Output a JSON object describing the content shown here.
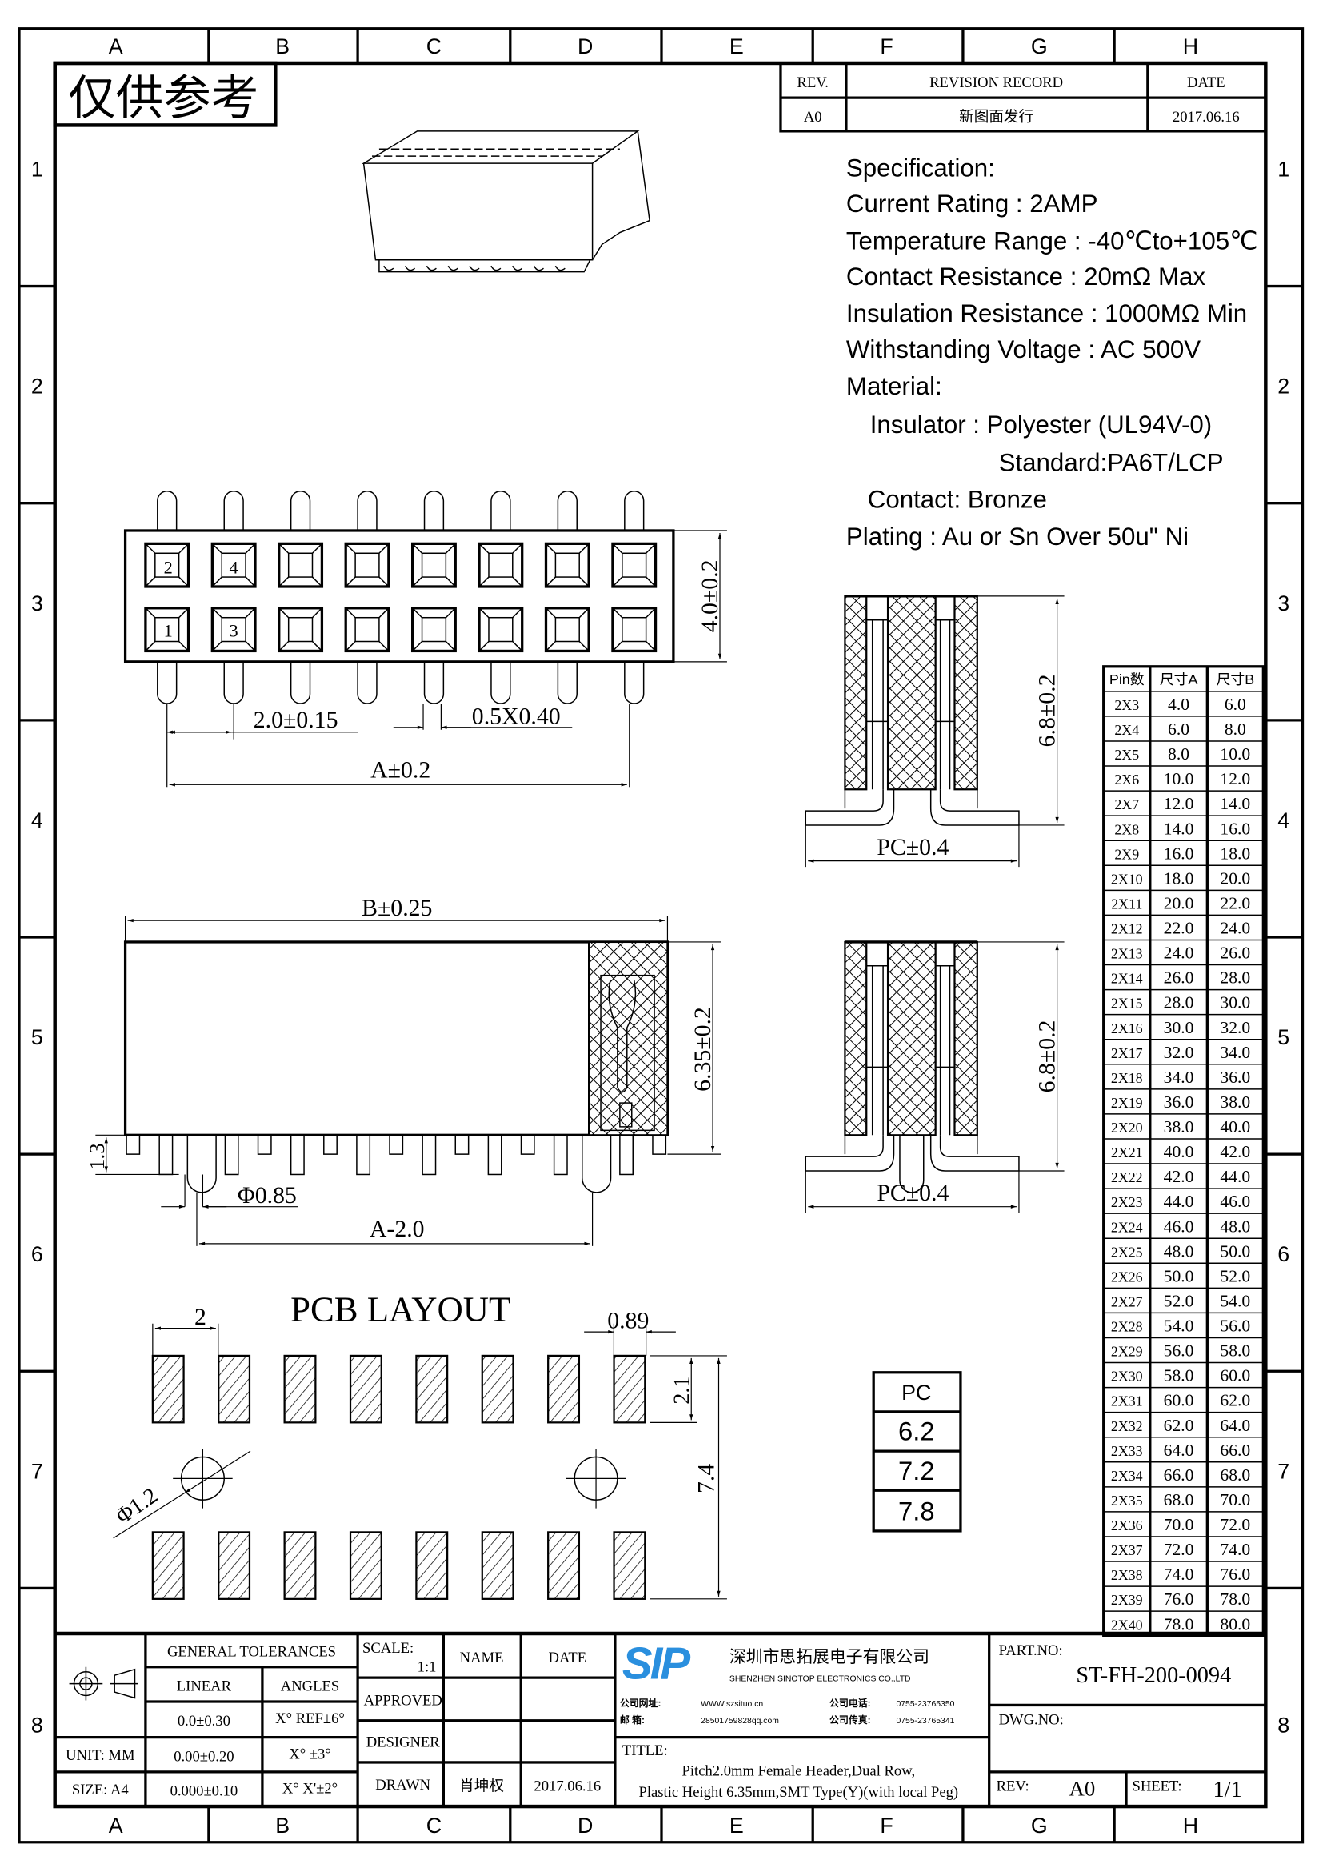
{
  "frame": {
    "columns": [
      "A",
      "B",
      "C",
      "D",
      "E",
      "F",
      "G",
      "H"
    ],
    "rows": [
      "1",
      "2",
      "3",
      "4",
      "5",
      "6",
      "7",
      "8"
    ]
  },
  "stamp": "仅供参考",
  "revision": {
    "headers": [
      "REV.",
      "REVISION RECORD",
      "DATE"
    ],
    "row": [
      "A0",
      "新图面发行",
      "2017.06.16"
    ]
  },
  "spec": {
    "title": "Specification:",
    "current": "Current Rating : 2AMP",
    "temperature": "Temperature Range : -40℃to+105℃",
    "contact_resistance": "Contact Resistance : 20mΩ Max",
    "insulation_resistance": "Insulation Resistance : 1000MΩ Min",
    "voltage": "Withstanding Voltage : AC 500V",
    "material": "Material:",
    "insulator": "Insulator : Polyester (UL94V-0)",
    "standard": "Standard:PA6T/LCP",
    "contact": "Contact: Bronze",
    "plating": "Plating : Au or Sn Over 50u\" Ni"
  },
  "top_view": {
    "pin_labels": [
      "2",
      "4",
      "1",
      "3"
    ],
    "dim_height": "4.0±0.2",
    "dim_pitch": "2.0±0.15",
    "dim_pin": "0.5X0.40",
    "dim_a": "A±0.2"
  },
  "side_view": {
    "dim_b": "B±0.25",
    "dim_height": "6.35±0.2",
    "dim_pin": "1.3",
    "dim_peg": "Φ0.85",
    "dim_a": "A-2.0"
  },
  "section_views": [
    {
      "dim_height": "6.8±0.2",
      "dim_pc": "PC±0.4"
    },
    {
      "dim_height": "6.8±0.2",
      "dim_pc": "PC±0.4"
    }
  ],
  "pcb_layout": {
    "title": "PCB LAYOUT",
    "dim_pitch": "2",
    "dim_pad_width": "0.89",
    "dim_pad_height": "2.1",
    "dim_row_span": "7.4",
    "dim_hole": "Φ1.2"
  },
  "pc_table": {
    "header": "PC",
    "values": [
      "6.2",
      "7.2",
      "7.8"
    ]
  },
  "pin_table": {
    "headers": [
      "Pin数",
      "尺寸A",
      "尺寸B"
    ],
    "rows": [
      [
        "2X3",
        "4.0",
        "6.0"
      ],
      [
        "2X4",
        "6.0",
        "8.0"
      ],
      [
        "2X5",
        "8.0",
        "10.0"
      ],
      [
        "2X6",
        "10.0",
        "12.0"
      ],
      [
        "2X7",
        "12.0",
        "14.0"
      ],
      [
        "2X8",
        "14.0",
        "16.0"
      ],
      [
        "2X9",
        "16.0",
        "18.0"
      ],
      [
        "2X10",
        "18.0",
        "20.0"
      ],
      [
        "2X11",
        "20.0",
        "22.0"
      ],
      [
        "2X12",
        "22.0",
        "24.0"
      ],
      [
        "2X13",
        "24.0",
        "26.0"
      ],
      [
        "2X14",
        "26.0",
        "28.0"
      ],
      [
        "2X15",
        "28.0",
        "30.0"
      ],
      [
        "2X16",
        "30.0",
        "32.0"
      ],
      [
        "2X17",
        "32.0",
        "34.0"
      ],
      [
        "2X18",
        "34.0",
        "36.0"
      ],
      [
        "2X19",
        "36.0",
        "38.0"
      ],
      [
        "2X20",
        "38.0",
        "40.0"
      ],
      [
        "2X21",
        "40.0",
        "42.0"
      ],
      [
        "2X22",
        "42.0",
        "44.0"
      ],
      [
        "2X23",
        "44.0",
        "46.0"
      ],
      [
        "2X24",
        "46.0",
        "48.0"
      ],
      [
        "2X25",
        "48.0",
        "50.0"
      ],
      [
        "2X26",
        "50.0",
        "52.0"
      ],
      [
        "2X27",
        "52.0",
        "54.0"
      ],
      [
        "2X28",
        "54.0",
        "56.0"
      ],
      [
        "2X29",
        "56.0",
        "58.0"
      ],
      [
        "2X30",
        "58.0",
        "60.0"
      ],
      [
        "2X31",
        "60.0",
        "62.0"
      ],
      [
        "2X32",
        "62.0",
        "64.0"
      ],
      [
        "2X33",
        "64.0",
        "66.0"
      ],
      [
        "2X34",
        "66.0",
        "68.0"
      ],
      [
        "2X35",
        "68.0",
        "70.0"
      ],
      [
        "2X36",
        "70.0",
        "72.0"
      ],
      [
        "2X37",
        "72.0",
        "74.0"
      ],
      [
        "2X38",
        "74.0",
        "76.0"
      ],
      [
        "2X39",
        "76.0",
        "78.0"
      ],
      [
        "2X40",
        "78.0",
        "80.0"
      ]
    ]
  },
  "title_block": {
    "general_tolerances": "GENERAL TOLERANCES",
    "linear": "LINEAR",
    "angles": "ANGLES",
    "tol_rows": [
      [
        "0.0±0.30",
        "X° REF±6°"
      ],
      [
        "0.00±0.20",
        "X° ±3°"
      ],
      [
        "0.000±0.10",
        "X° X'±2°"
      ]
    ],
    "unit": "UNIT: MM",
    "size": "SIZE: A4",
    "scale_label": "SCALE:",
    "scale_value": "1:1",
    "name": "NAME",
    "date": "DATE",
    "approved": "APPROVED",
    "designer": "DESIGNER",
    "drawn": "DRAWN",
    "drawn_name": "肖坤权",
    "drawn_date": "2017.06.16",
    "logo_text": "SIP",
    "company_cn": "深圳市思拓展电子有限公司",
    "company_en": "SHENZHEN SINOTOP ELECTRONICS CO.,LTD",
    "website_label": "公司网址:",
    "website": "WWW.szsituo.cn",
    "email_label": "邮    箱:",
    "email": "28501759828qq.com",
    "phone_label": "公司电话:",
    "phone": "0755-23765350",
    "fax_label": "公司传真:",
    "fax": "0755-23765341",
    "title_label": "TITLE:",
    "title_line1": "Pitch2.0mm Female Header,Dual Row,",
    "title_line2": "Plastic Height 6.35mm,SMT Type(Y)(with local Peg)",
    "part_no_label": "PART.NO:",
    "part_no": "ST-FH-200-0094",
    "dwg_no_label": "DWG.NO:",
    "rev_label": "REV:",
    "rev": "A0",
    "sheet_label": "SHEET:",
    "sheet": "1/1"
  },
  "colors": {
    "logo": "#2a8fde",
    "line": "#000000"
  }
}
